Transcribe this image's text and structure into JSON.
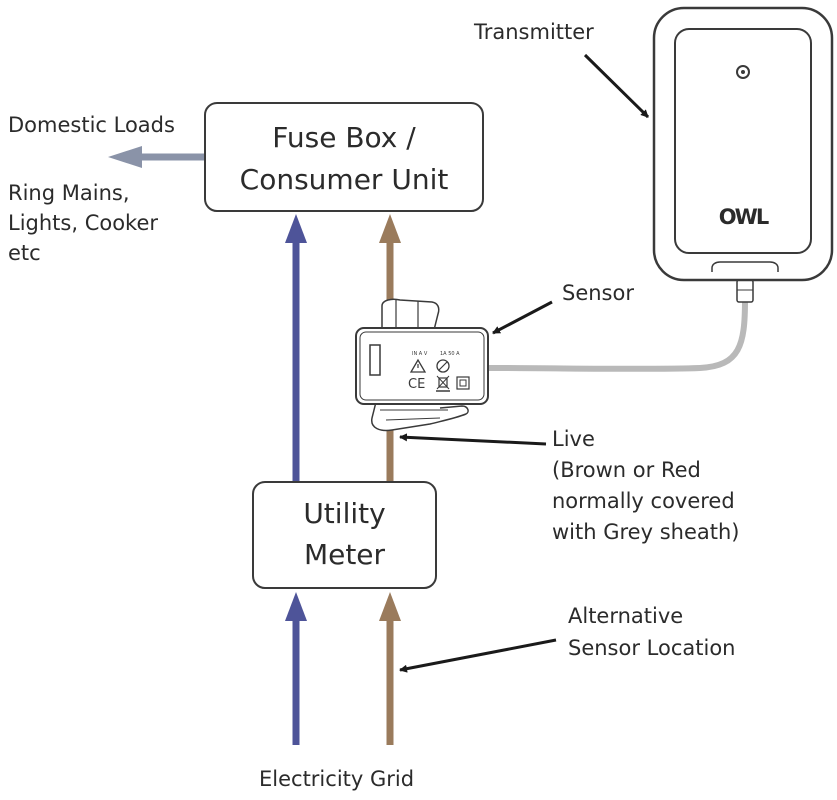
{
  "labels": {
    "fuse_box": [
      "Fuse Box /",
      "Consumer Unit"
    ],
    "utility_meter": [
      "Utility",
      "Meter"
    ],
    "domestic_loads": "Domestic Loads",
    "ring_mains": [
      "Ring Mains,",
      "Lights, Cooker",
      "etc"
    ],
    "transmitter": "Transmitter",
    "sensor": "Sensor",
    "live": [
      "Live",
      "(Brown or Red",
      "normally covered",
      "with Grey sheath)"
    ],
    "alt_sensor": [
      "Alternative",
      "Sensor Location"
    ],
    "grid": "Electricity Grid",
    "logo": "OWL"
  },
  "colors": {
    "neutral_wire": "#4e5499",
    "live_wire": "#9a7b5c",
    "load_arrow": "#8a93a8",
    "cable": "#b9b9b9",
    "outline": "#3a3a3a",
    "pointer": "#1a1a1a"
  }
}
